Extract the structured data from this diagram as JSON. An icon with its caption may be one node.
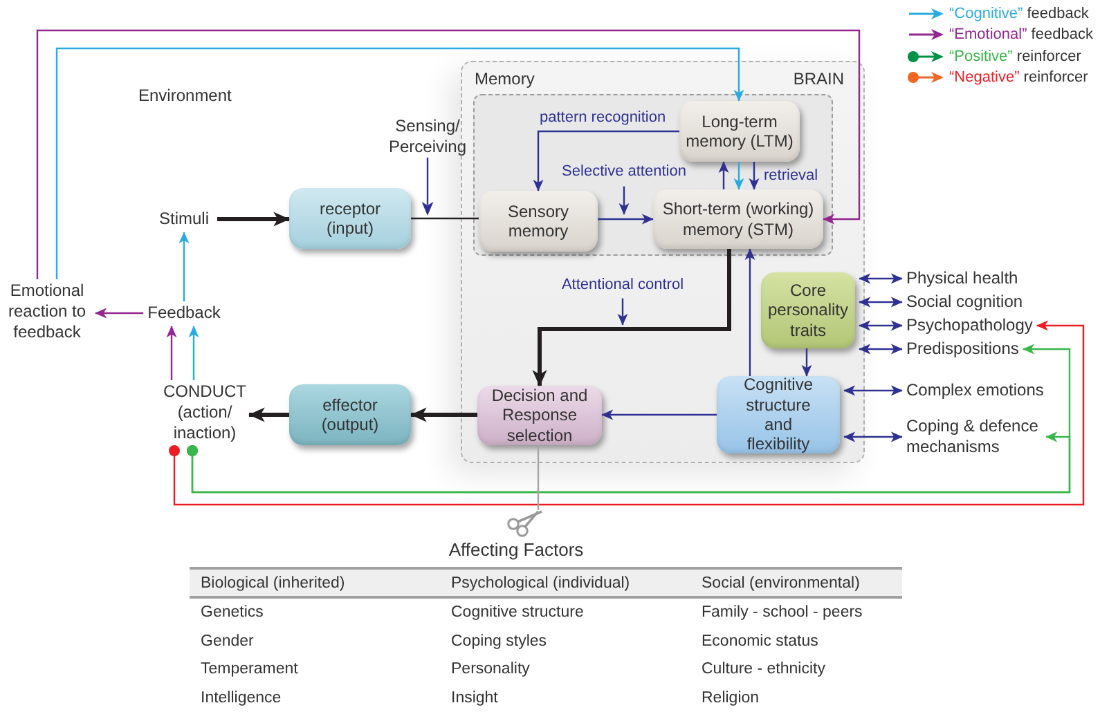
{
  "diagram": {
    "nodes": [
      {
        "text": [
          "BRAIN"
        ]
      },
      {
        "text": [
          "Memory"
        ],
        "in": 0
      },
      {
        "text": [
          "Long-term memory (LTM)"
        ],
        "in": 1
      },
      {
        "text": [
          "Sensory memory"
        ],
        "in": 1
      },
      {
        "text": [
          "Short-term (working) memory (STM)"
        ],
        "in": 1
      },
      {
        "text": [
          "Core personality traits"
        ],
        "in": 0
      },
      {
        "text": [
          "Cognitive structure and flexibility"
        ],
        "in": 0
      },
      {
        "text": [
          "Decision and Response selection"
        ],
        "in": 0
      },
      {
        "text": [
          "receptor (input)"
        ]
      },
      {
        "text": [
          "effector (output)"
        ]
      },
      {
        "text": [
          "Stimuli"
        ]
      },
      {
        "text": [
          "Feedback"
        ]
      },
      {
        "text": [
          "Emotional reaction to feedback"
        ]
      },
      {
        "text": [
          "CONDUCT (action/ inaction)"
        ]
      },
      {
        "text": [
          "Selective attention"
        ],
        "in": 1
      },
      {
        "text": [
          "Attentional control"
        ],
        "in": 0
      },
      {
        "text": [
          "Physical health"
        ]
      },
      {
        "text": [
          "Social cognition"
        ]
      },
      {
        "text": [
          "Psychopathology"
        ]
      },
      {
        "text": [
          "Predispositions"
        ]
      },
      {
        "text": [
          "Complex emotions"
        ]
      },
      {
        "text": [
          "Coping & defence mechanisms"
        ]
      },
      {
        "text": [],
        "shape": "picture"
      }
    ],
    "edges": [
      {
        "from": 10,
        "to": 8,
        "arrow": "to",
        "style": "thick",
        "color": "#231f20"
      },
      {
        "from": 8,
        "to": 3,
        "arrow": "none",
        "color": "#231f20"
      },
      {
        "from": 2,
        "to": 3,
        "arrow": "to",
        "label": "pattern recognition"
      },
      {
        "from": 3,
        "to": 4,
        "arrow": "to"
      },
      {
        "from": 14,
        "to": null,
        "arrow": "to"
      },
      {
        "from": 4,
        "to": 2,
        "arrow": "to"
      },
      {
        "from": 2,
        "to": 4,
        "arrow": "to",
        "color": "#29abe2"
      },
      {
        "from": 2,
        "to": 4,
        "arrow": "to",
        "label": "retrieval"
      },
      {
        "from": 4,
        "to": 7,
        "arrow": "to",
        "style": "thick",
        "color": "#231f20"
      },
      {
        "from": 15,
        "to": null,
        "arrow": "to"
      },
      {
        "from": 6,
        "to": 4,
        "arrow": "to"
      },
      {
        "from": 5,
        "to": 6,
        "arrow": "to"
      },
      {
        "from": 6,
        "to": 7,
        "arrow": "to"
      },
      {
        "from": 7,
        "to": 9,
        "arrow": "to",
        "style": "thick",
        "color": "#231f20"
      },
      {
        "from": 9,
        "to": 13,
        "arrow": "to",
        "style": "thick",
        "color": "#231f20"
      },
      {
        "from": 13,
        "to": 11,
        "arrow": "to",
        "color": "#92278f"
      },
      {
        "from": 13,
        "to": 11,
        "arrow": "to",
        "color": "#29abe2"
      },
      {
        "from": 11,
        "to": 10,
        "arrow": "to",
        "color": "#29abe2"
      },
      {
        "from": 11,
        "to": 12,
        "arrow": "to",
        "color": "#92278f"
      },
      {
        "from": 12,
        "to": 2,
        "arrow": "to",
        "color": "#29abe2"
      },
      {
        "from": 12,
        "to": 4,
        "arrow": "to",
        "color": "#92278f"
      },
      {
        "from": 5,
        "to": 16,
        "arrow": "both"
      },
      {
        "from": 5,
        "to": 17,
        "arrow": "both"
      },
      {
        "from": 5,
        "to": 18,
        "arrow": "both"
      },
      {
        "from": 5,
        "to": 19,
        "arrow": "both"
      },
      {
        "from": 6,
        "to": 20,
        "arrow": "both"
      },
      {
        "from": 6,
        "to": 21,
        "arrow": "both"
      },
      {
        "from": 13,
        "to": 18,
        "arrow": "to",
        "color": "#ed1c24"
      },
      {
        "from": 13,
        "to": 19,
        "arrow": "to",
        "color": "#39b54a"
      },
      {
        "from": 13,
        "to": 21,
        "arrow": "to",
        "color": "#39b54a"
      },
      {
        "from": 7,
        "to": 22,
        "arrow": "none",
        "color": "#a6a6a6"
      }
    ],
    "labels": [
      "Environment",
      "Sensing/ Perceiving",
      "Affecting Factors",
      "Biological (inherited)",
      "Psychological (individual)",
      "Social (environmental)",
      "Genetics",
      "Cognitive structure",
      "Family - school - peers",
      "Gender",
      "Coping styles",
      "Economic status",
      "Temperament",
      "Personality",
      "Culture - ethnicity",
      "Intelligence",
      "Insight",
      "Religion"
    ],
    "legend": [
      {
        "text": "“Cognitive” feedback"
      },
      {
        "text": "“Emotional” feedback"
      },
      {
        "text": "“Positive” reinforcer"
      },
      {
        "text": "“Negative” reinforcer"
      }
    ]
  }
}
